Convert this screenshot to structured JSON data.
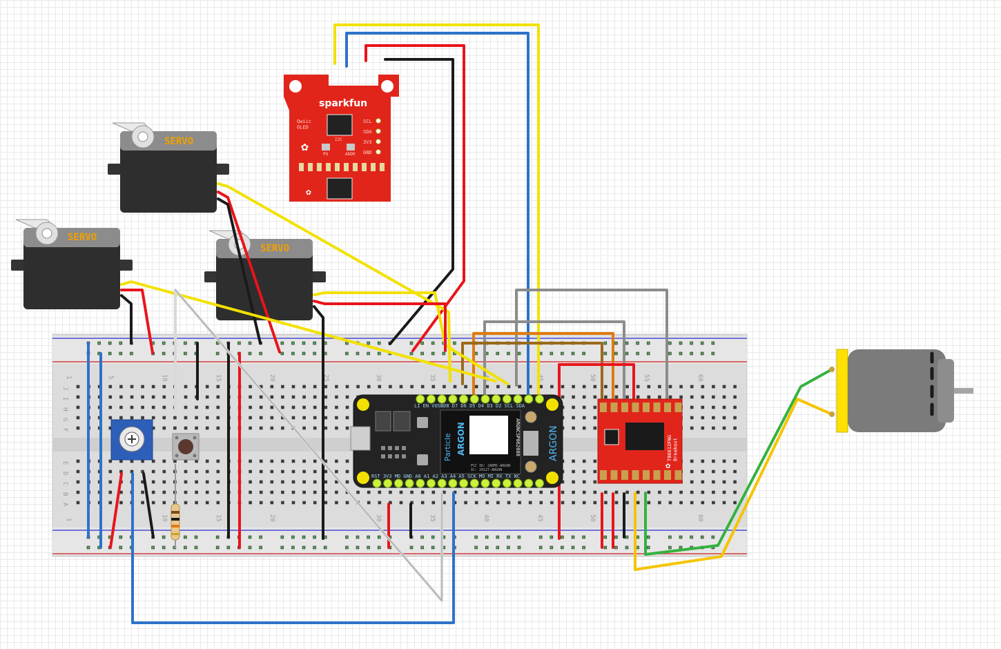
{
  "servos": {
    "label": "SERVO"
  },
  "oled": {
    "brand": "sparkfun",
    "board_name": "Qwiic\nOLED",
    "connector_label": "I2C",
    "pins": [
      "SCL",
      "SDA",
      "3V3",
      "GND"
    ],
    "pad_labels": [
      "PU",
      "ADDR"
    ]
  },
  "argon": {
    "brand": "Particle",
    "name": "ARGON",
    "side_text": "ARGON",
    "module_id": "ARGNCSP062088",
    "fcc": "FCC ID: 2AEMI-ARGON\nIC: 20127-ARGON",
    "top_pins": "LI EN VUSBD8 D7 D6 D5 D4 D3 D2 SCL SDA",
    "bottom_pins": "RST 3V3 MD GND A0 A1 A2 A3 A4 A5 SCK MO MI RX TX NC"
  },
  "driver": {
    "name": "TB6612FNG\nBreakout"
  },
  "breadboard": {
    "row_letters_top": [
      "J",
      "I",
      "H",
      "G",
      "F"
    ],
    "row_letters_bottom": [
      "E",
      "D",
      "C",
      "B",
      "A"
    ],
    "column_numbers": [
      "1",
      "5",
      "10",
      "15",
      "20",
      "25",
      "30",
      "35",
      "40",
      "45",
      "50",
      "55",
      "60"
    ]
  },
  "colors": {
    "wire_yellow": "#f2e100",
    "wire_blue": "#2d72c8",
    "wire_red": "#e8141b",
    "wire_black": "#1a1a1a",
    "wire_green": "#35b140",
    "wire_gray": "#8c8c8c",
    "wire_orange": "#e07a10",
    "wire_brown": "#9a6a1a",
    "wire_white": "#d9d9d9",
    "breadboard": "#dedede",
    "servo_body": "#3a3a3a",
    "servo_label": "#f0a000",
    "board_red": "#e1251b",
    "argon_board": "#232323",
    "motor_body": "#7b7b7b",
    "motor_cap": "#ffe100"
  }
}
